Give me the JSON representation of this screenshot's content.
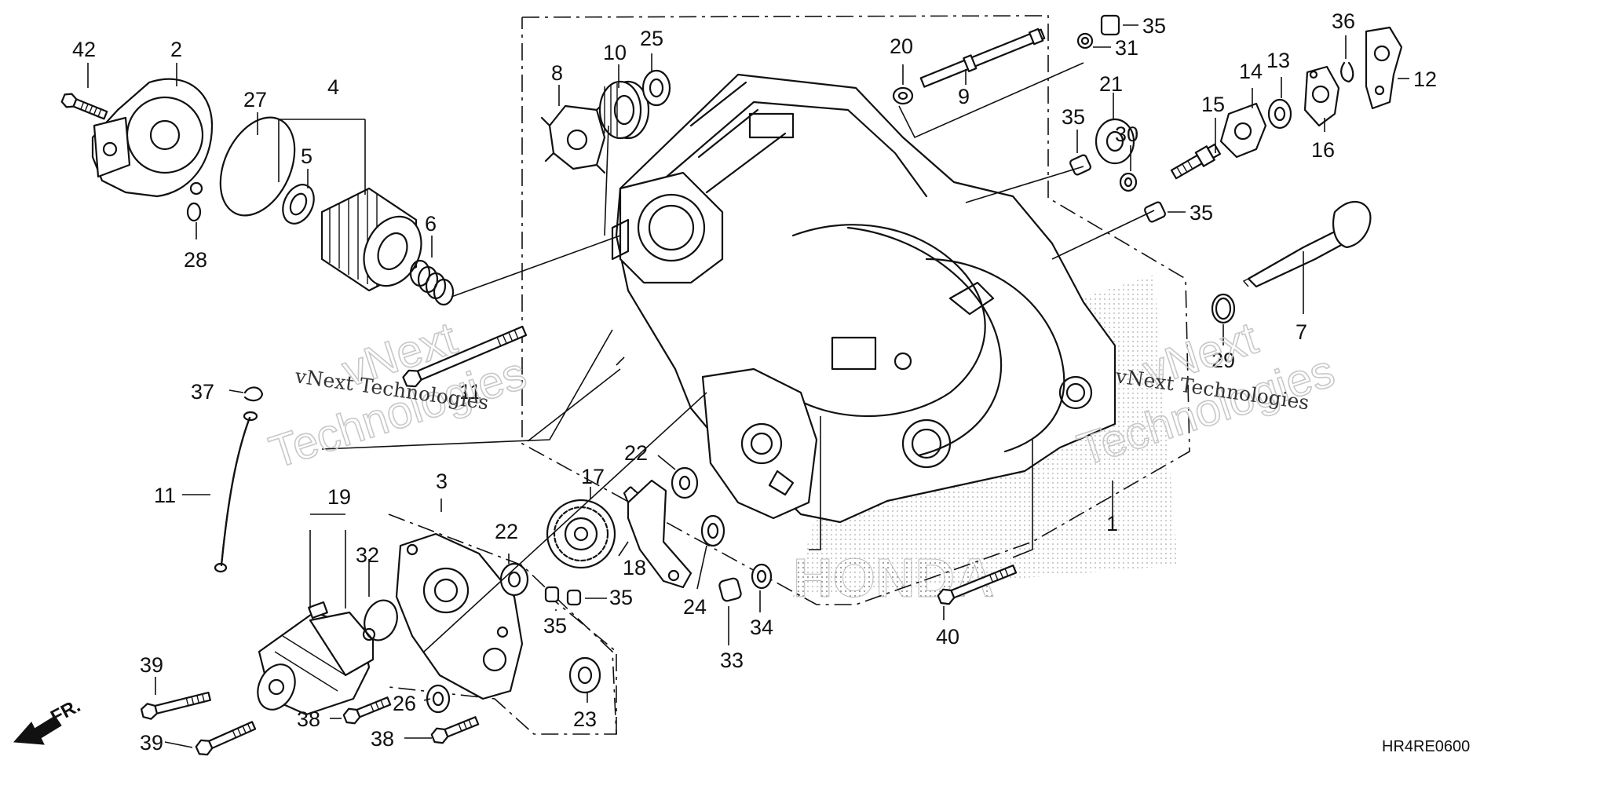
{
  "diagram_code": "HR4RE0600",
  "direction_marker": "FR.",
  "watermark": {
    "line1": "vNext",
    "line2": "Technologies",
    "caption": "vNext Technologies"
  },
  "brand_mark": "HONDA",
  "callouts": [
    "42",
    "2",
    "27",
    "4",
    "5",
    "6",
    "28",
    "8",
    "10",
    "25",
    "20",
    "9",
    "35",
    "31",
    "36",
    "12",
    "14",
    "13",
    "16",
    "15",
    "21",
    "30",
    "35",
    "35",
    "7",
    "29",
    "37",
    "11",
    "11",
    "19",
    "3",
    "32",
    "17",
    "22",
    "22",
    "18",
    "35",
    "35",
    "24",
    "33",
    "34",
    "40",
    "1",
    "39",
    "39",
    "38",
    "26",
    "38",
    "23"
  ]
}
